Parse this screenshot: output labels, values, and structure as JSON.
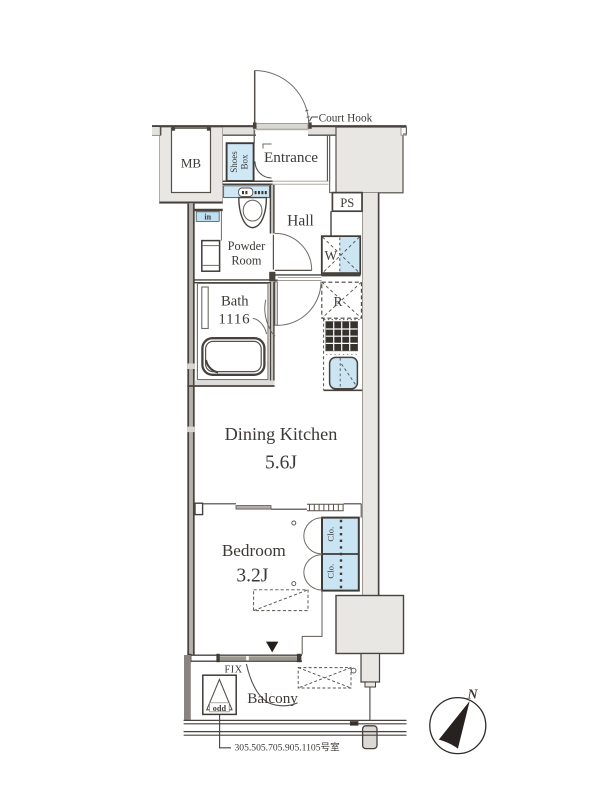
{
  "colors": {
    "wall_fill": "#e8e7e4",
    "wall_line": "#47423d",
    "thin_line": "#6f6a64",
    "fixture_blue": "#cbe5f3",
    "text": "#3d3a36"
  },
  "plan": {
    "court_hook_label": "Court Hook",
    "meter_box": "MB",
    "shoes_box_line1": "Shoes",
    "shoes_box_line2": "Box",
    "entrance": "Entrance",
    "pipe_space": "PS",
    "hall": "Hall",
    "powder_room_line1": "Powder",
    "powder_room_line2": "Room",
    "in_label": "in",
    "washer_space": "W",
    "refrigerator_space": "R",
    "bath_line1": "Bath",
    "bath_line2": "1116",
    "dining_kitchen_line1": "Dining Kitchen",
    "dining_kitchen_line2": "5.6J",
    "bedroom_line1": "Bedroom",
    "bedroom_line2": "3.2J",
    "closet_top": "Clo.",
    "closet_bottom": "Clo.",
    "fix_window": "FIX",
    "balcony": "Balcony",
    "hatch_label": "odd",
    "room_numbers": "305.505.705.905.1105号室",
    "compass_north": "N"
  }
}
